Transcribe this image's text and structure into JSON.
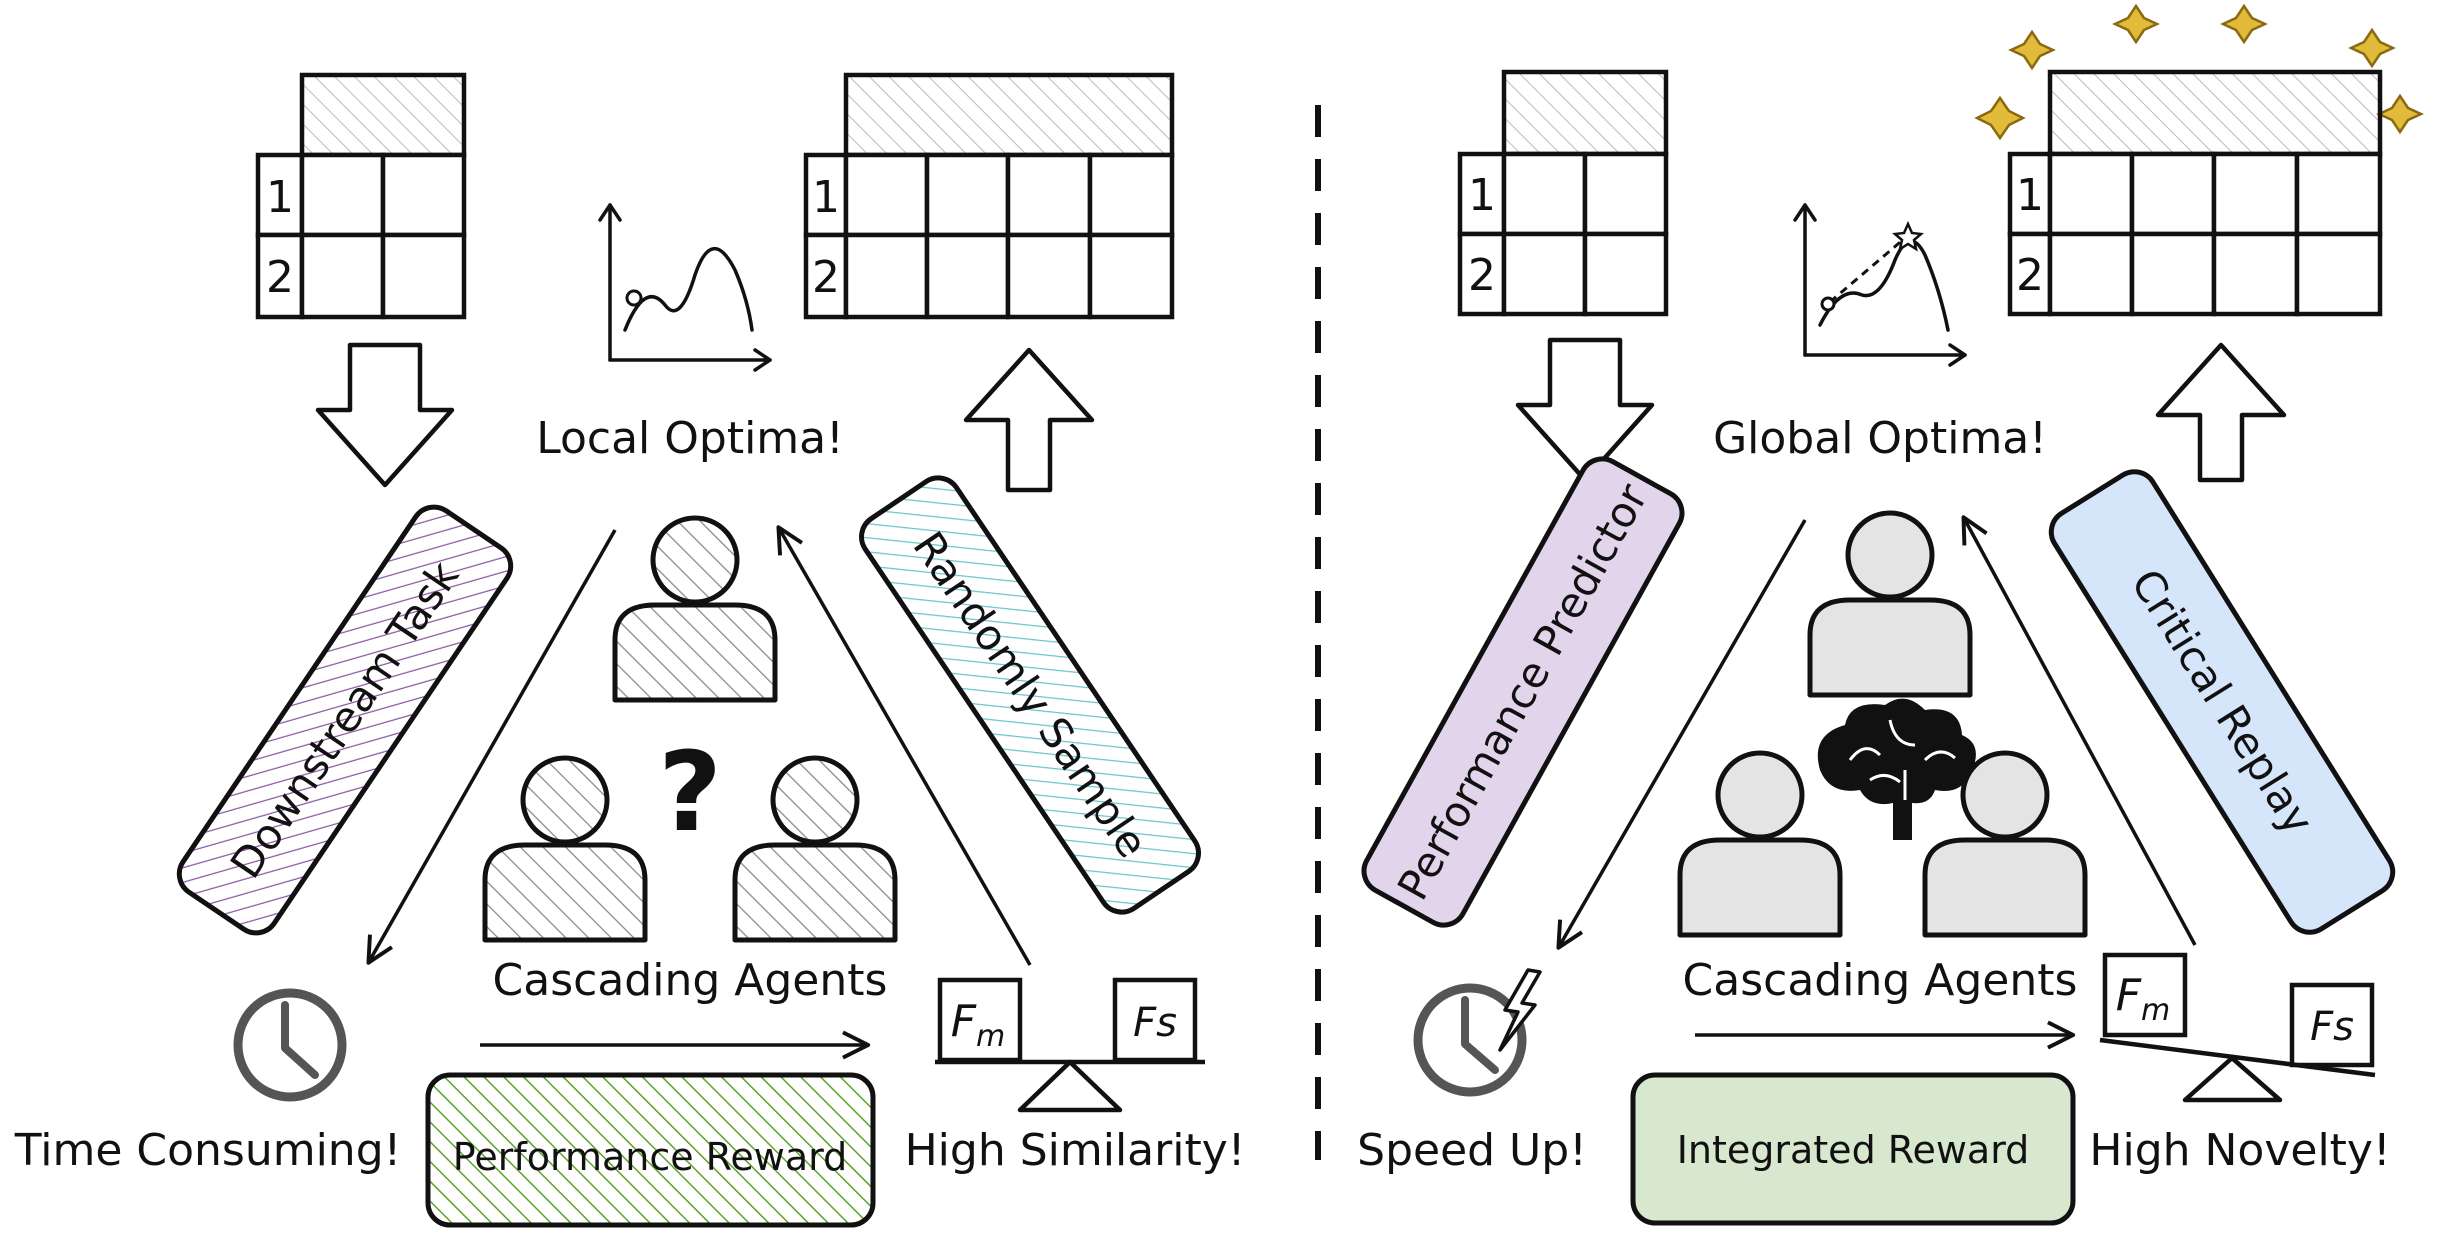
{
  "left": {
    "top_label": "Local Optima!",
    "input_table_rows": [
      "1",
      "2"
    ],
    "output_table_rows": [
      "1",
      "2"
    ],
    "left_box": "Downstream Task",
    "right_box": "Randomly Sample",
    "agents_label": "Cascading Agents",
    "agents_symbol": "?",
    "left_bottom": "Time Consuming!",
    "reward": "Performance Reward",
    "right_bottom": "High Similarity!",
    "fm_sym": "F",
    "fm_sub": "m",
    "fs_label": "Fs"
  },
  "right": {
    "top_label": "Global Optima!",
    "input_table_rows": [
      "1",
      "2"
    ],
    "output_table_rows": [
      "1",
      "2"
    ],
    "left_box": "Performance Predictor",
    "right_box": "Critical Replay",
    "agents_label": "Cascading Agents",
    "left_bottom": "Speed Up!",
    "reward": "Integrated Reward",
    "right_bottom": "High Novelty!",
    "fm_sym": "F",
    "fm_sub": "m",
    "fs_label": "Fs"
  },
  "colors": {
    "purple_hatch": "#8a5aa3",
    "cyan_hatch": "#6cc4cc",
    "green_hatch": "#5da32a",
    "grey_hatch": "#888888",
    "lavender_fill": "#e2d4ea",
    "blue_fill": "#d6e6fa",
    "green_fill": "#d7e8cf",
    "agent_fill": "#e4e4e4",
    "sparkle": "#e3bb3a",
    "clock": "#555555"
  },
  "icons": [
    "arrow-down-icon",
    "arrow-up-icon",
    "curve-chart-icon",
    "person-icon",
    "brain-icon",
    "clock-icon",
    "lightning-icon",
    "balance-scale-icon",
    "sparkle-icon"
  ]
}
